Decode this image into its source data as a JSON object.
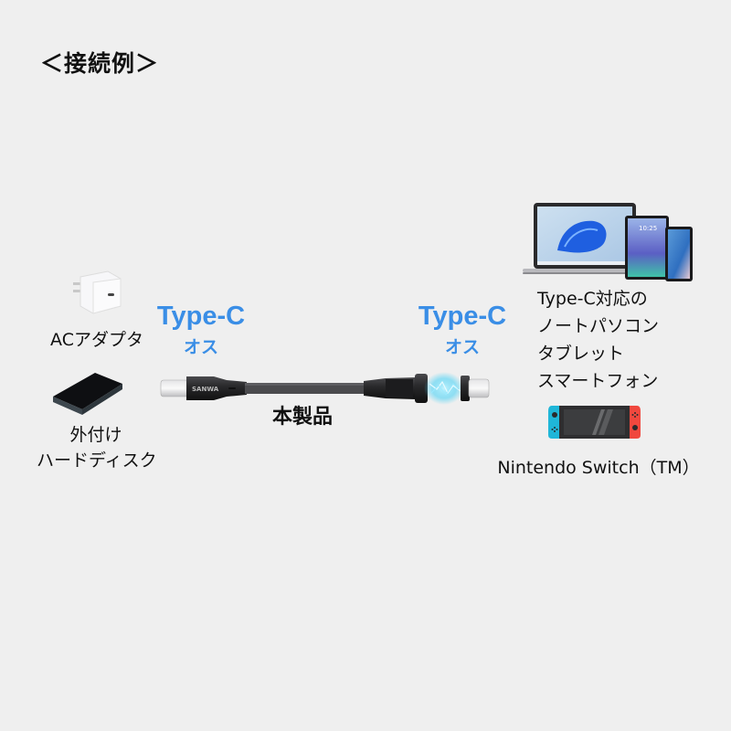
{
  "title": "＜接続例＞",
  "left_devices": [
    {
      "icon": "ac-adapter-icon",
      "label": "ACアダプタ"
    },
    {
      "icon": "external-hdd-icon",
      "label_lines": [
        "外付け",
        "ハードディスク"
      ]
    }
  ],
  "cable": {
    "left_connector": {
      "type": "Type-C",
      "gender": "オス"
    },
    "right_connector": {
      "type": "Type-C",
      "gender": "オス"
    },
    "brand_mark": "SANWA",
    "product_label": "本製品",
    "accent_color": "#3a8ee6",
    "magnetic_glow_color": "#4fd3f5"
  },
  "right_devices": [
    {
      "icon": "laptop-tablet-phone-icon",
      "label_lines": [
        "Type-C対応の",
        "ノートパソコン",
        "タブレット",
        "スマートフォン"
      ],
      "tablet_time": "10:25"
    },
    {
      "icon": "nintendo-switch-icon",
      "label": "Nintendo Switch（TM）",
      "joycon_left_color": "#1fb6d8",
      "joycon_right_color": "#f0483e"
    }
  ]
}
